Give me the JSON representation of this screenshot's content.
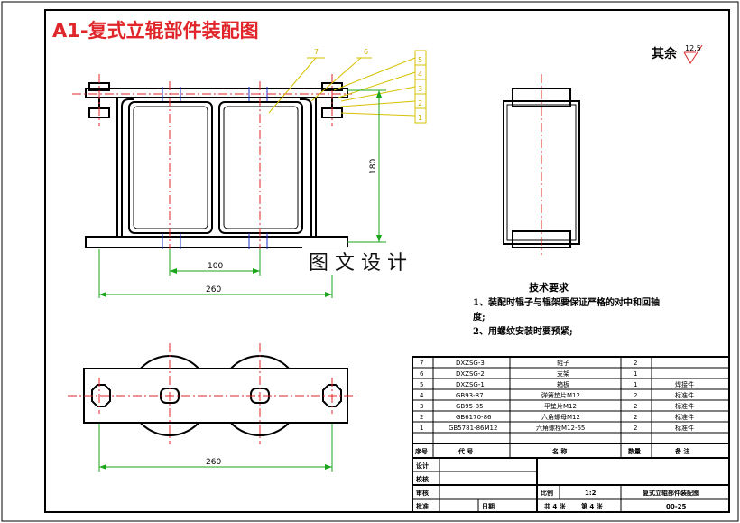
{
  "drawing": {
    "title": "A1-复式立辊部件装配图",
    "roughness_label": "其余",
    "roughness_value": "12.5",
    "watermark": "图 文 设 计"
  },
  "callouts": [
    "7",
    "6",
    "5",
    "4",
    "3",
    "2",
    "1"
  ],
  "dimensions": {
    "height": "180",
    "pitch_front": "100",
    "span_front": "260",
    "span_top": "260"
  },
  "notes": {
    "heading": "技术要求",
    "line1": "1、装配时辊子与辊架要保证严格的对中和回轴",
    "line1b": "度;",
    "line2": "2、用螺纹安装时要预紧;"
  },
  "bom": {
    "headers": {
      "no": "序号",
      "code": "代 号",
      "name": "名 称",
      "qty": "数量",
      "remark": "备 注"
    },
    "rows": [
      {
        "no": "7",
        "code": "DXZSG-3",
        "name": "辊子",
        "qty": "2",
        "remark": ""
      },
      {
        "no": "6",
        "code": "DXZSG-2",
        "name": "支架",
        "qty": "1",
        "remark": ""
      },
      {
        "no": "5",
        "code": "DXZSG-1",
        "name": "箱板",
        "qty": "1",
        "remark": "焊接件"
      },
      {
        "no": "4",
        "code": "GB93-87",
        "name": "弹簧垫片M12",
        "qty": "2",
        "remark": "标准件"
      },
      {
        "no": "3",
        "code": "GB95-85",
        "name": "平垫片M12",
        "qty": "2",
        "remark": "标准件"
      },
      {
        "no": "2",
        "code": "GB6170-86",
        "name": "六角螺母M12",
        "qty": "2",
        "remark": "标准件"
      },
      {
        "no": "1",
        "code": "GB5781-86M12",
        "name": "六角螺栓M12-65",
        "qty": "2",
        "remark": "标准件"
      }
    ]
  },
  "title_block": {
    "design": "设计",
    "check": "校核",
    "review": "审核",
    "approve": "批准",
    "date": "日期",
    "scale_label": "比例",
    "scale_value": "1:2",
    "sheets": "共 4 张",
    "sheet_no": "第 4 张",
    "drawing_name": "复式立辊部件装配图",
    "drawing_code": "00-25"
  }
}
